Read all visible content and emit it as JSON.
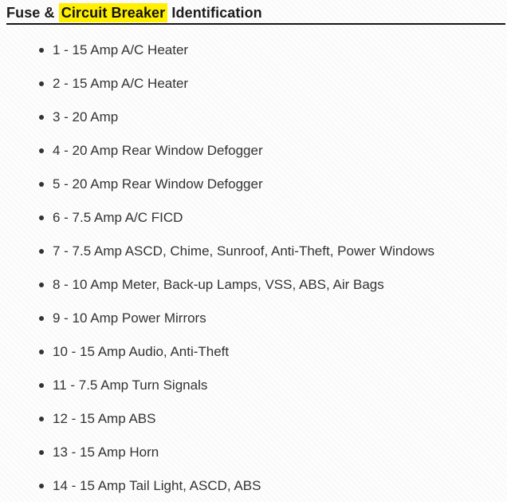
{
  "header": {
    "title_prefix": "Fuse & ",
    "title_highlight": "Circuit Breaker",
    "title_suffix": " Identification",
    "highlight_color": "#ffef00",
    "divider_color": "#161616"
  },
  "fuse_list": {
    "items": [
      "1 - 15 Amp A/C Heater",
      "2 - 15 Amp A/C Heater",
      "3 - 20 Amp",
      "4 - 20 Amp Rear Window Defogger",
      "5 - 20 Amp Rear Window Defogger",
      "6 - 7.5 Amp A/C FICD",
      "7 - 7.5 Amp ASCD, Chime, Sunroof, Anti-Theft, Power Windows",
      "8 - 10 Amp Meter, Back-up Lamps, VSS, ABS, Air Bags",
      "9 - 10 Amp Power Mirrors",
      "10 - 15 Amp Audio, Anti-Theft",
      "11 - 7.5 Amp Turn Signals",
      "12 - 15 Amp ABS",
      "13 - 15 Amp Horn",
      "14 - 15 Amp Tail Light, ASCD, ABS"
    ]
  }
}
